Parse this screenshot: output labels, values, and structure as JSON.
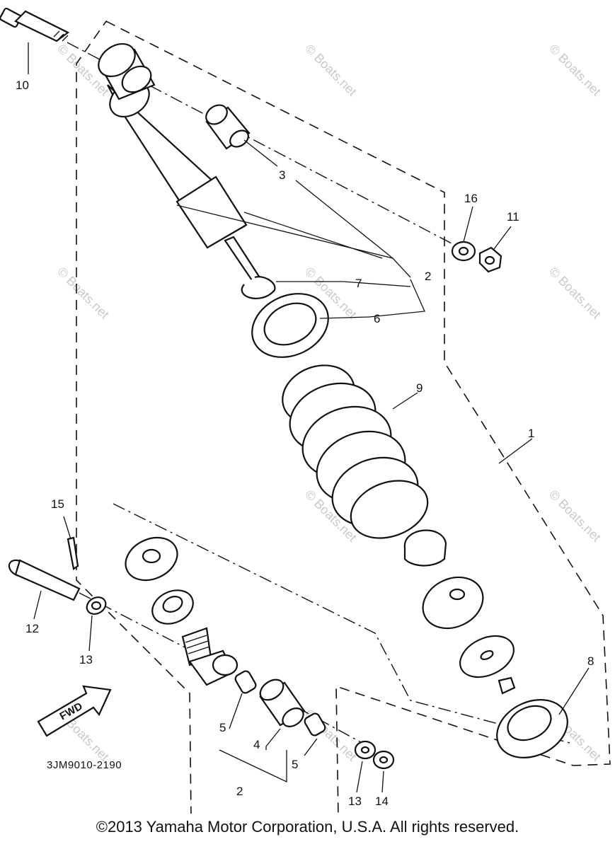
{
  "watermark": "© Boats.net",
  "callouts": {
    "c1": "1",
    "c2a": "2",
    "c2b": "2",
    "c3": "3",
    "c4": "4",
    "c5a": "5",
    "c5b": "5",
    "c6": "6",
    "c7": "7",
    "c8": "8",
    "c9": "9",
    "c10": "10",
    "c11": "11",
    "c12": "12",
    "c13a": "13",
    "c13b": "13",
    "c14": "14",
    "c15": "15",
    "c16": "16"
  },
  "fwd_label": "FWD",
  "diagram_code": "3JM9010-2190",
  "copyright": "©2013 Yamaha Motor Corporation, U.S.A. All rights reserved."
}
